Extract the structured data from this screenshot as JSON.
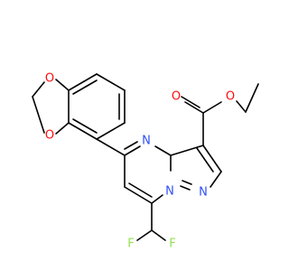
{
  "atoms": {
    "o1": {
      "label": "O",
      "color": "#ff0d0d"
    },
    "o2": {
      "label": "O",
      "color": "#ff0d0d"
    },
    "o3": {
      "label": "O",
      "color": "#ff0d0d"
    },
    "o4": {
      "label": "O",
      "color": "#ff0d0d"
    },
    "n1": {
      "label": "N",
      "color": "#3050f8"
    },
    "n2": {
      "label": "N",
      "color": "#3050f8"
    },
    "n3": {
      "label": "N",
      "color": "#3050f8"
    },
    "f1": {
      "label": "F",
      "color": "#90e050"
    },
    "f2": {
      "label": "F",
      "color": "#90e050"
    }
  }
}
